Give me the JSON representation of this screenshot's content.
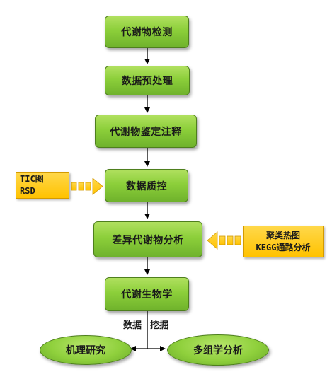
{
  "flow": {
    "step1": "代谢物检测",
    "step2": "数据预处理",
    "step3": "代谢物鉴定注释",
    "step4": "数据质控",
    "step5": "差异代谢物分析",
    "step6": "代谢生物学",
    "mining_label_1": "数据",
    "mining_label_2": "挖掘",
    "branch_left": "机理研究",
    "branch_right": "多组学分析"
  },
  "notes": {
    "qc_line1": "TIC图",
    "qc_line2": "RSD",
    "diff_line1": "聚类热图",
    "diff_line2": "KEGG通路分析"
  },
  "colors": {
    "box_green": "#8ccf3a",
    "note_yellow": "#ffc200",
    "arrow_black": "#000000"
  }
}
